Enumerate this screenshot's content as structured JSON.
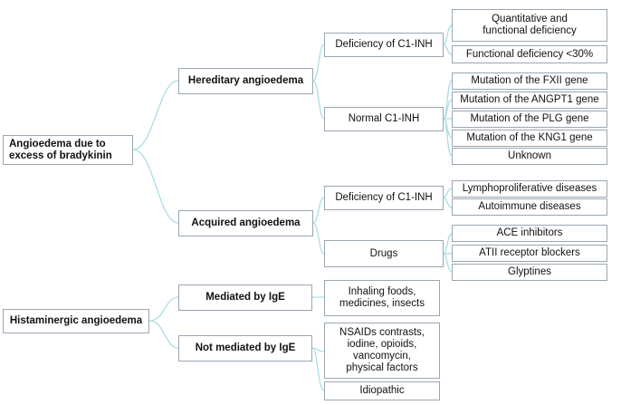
{
  "diagram": {
    "roots": {
      "bradykinin": "Angioedema due to\nexcess of bradykinin",
      "histaminergic": "Histaminergic angioedema"
    },
    "level1": {
      "hereditary": "Hereditary angioedema",
      "acquired": "Acquired angioedema",
      "mediated_ige": "Mediated by IgE",
      "not_mediated_ige": "Not mediated by IgE"
    },
    "level2": {
      "her_deficiency": "Deficiency of C1-INH",
      "her_normal": "Normal C1-INH",
      "acq_deficiency": "Deficiency of C1-INH",
      "acq_drugs": "Drugs",
      "ige_inhaling": "Inhaling foods,\nmedicines, insects",
      "nsaids": "NSAIDs contrasts,\niodine, opioids,\nvancomycin,\nphysical factors",
      "idiopathic": "Idiopathic"
    },
    "level3": {
      "quantitative": "Quantitative and\nfunctional deficiency",
      "functional": "Functional deficiency <30%",
      "fxii": "Mutation of the FXII gene",
      "angpt1": "Mutation of the ANGPT1 gene",
      "plg": "Mutation of the PLG gene",
      "kng1": "Mutation of the KNG1 gene",
      "unknown": "Unknown",
      "lympho": "Lymphoproliferative diseases",
      "autoimmune": "Autoimmune diseases",
      "ace": "ACE inhibitors",
      "atii": "ATII receptor blockers",
      "glyptines": "Glyptines"
    }
  }
}
